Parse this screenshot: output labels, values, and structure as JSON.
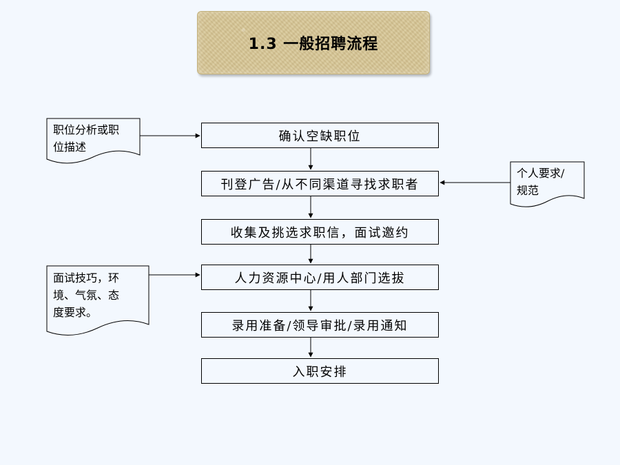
{
  "title": "1.3  一般招聘流程",
  "flow_steps": [
    "确认空缺职位",
    "刊登广告/从不同渠道寻找求职者",
    "收集及挑选求职信，面试邀约",
    "人力资源中心/用人部门选拔",
    "录用准备/领导审批/录用通知",
    "入职安排"
  ],
  "notes": {
    "job_analysis": [
      "职位分析或职",
      "位描述"
    ],
    "personal_requirements": [
      "个人要求/",
      "规范"
    ],
    "interview_skills": [
      "面试技巧，环",
      "境、气氛、态",
      "度要求。"
    ]
  }
}
